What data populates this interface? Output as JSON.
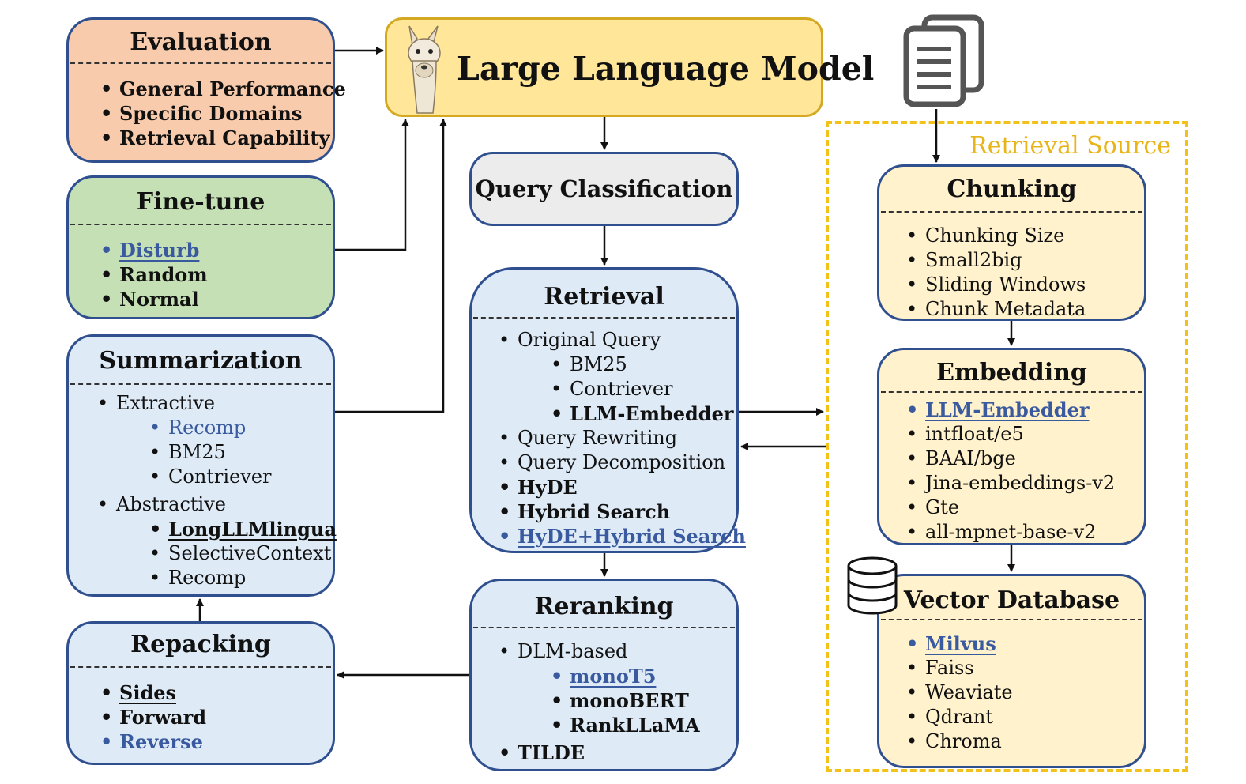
{
  "llm": {
    "title": "Large Language Model"
  },
  "evaluation": {
    "title": "Evaluation",
    "items": [
      "General Performance",
      "Specific Domains",
      "Retrieval Capability"
    ]
  },
  "finetune": {
    "title": "Fine-tune",
    "items": [
      "Disturb",
      "Random",
      "Normal"
    ]
  },
  "summarization": {
    "title": "Summarization",
    "extractive": "Extractive",
    "extractive_items": [
      "Recomp",
      "BM25",
      "Contriever"
    ],
    "abstractive": "Abstractive",
    "abstractive_items": [
      "LongLLMlingua",
      "SelectiveContext",
      "Recomp"
    ]
  },
  "repacking": {
    "title": "Repacking",
    "items": [
      "Sides",
      "Forward",
      "Reverse"
    ]
  },
  "query_classification": {
    "title": "Query Classification"
  },
  "retrieval": {
    "title": "Retrieval",
    "original_query": "Original Query",
    "original_items": [
      "BM25",
      "Contriever",
      "LLM-Embedder"
    ],
    "items": [
      "Query Rewriting",
      "Query Decomposition",
      "HyDE",
      "Hybrid Search",
      "HyDE+Hybrid Search"
    ]
  },
  "reranking": {
    "title": "Reranking",
    "dlm": "DLM-based",
    "dlm_items": [
      "monoT5",
      "monoBERT",
      "RankLLaMA"
    ],
    "tilde": "TILDE"
  },
  "retrieval_source": {
    "label": "Retrieval Source"
  },
  "chunking": {
    "title": "Chunking",
    "items": [
      "Chunking Size",
      "Small2big",
      "Sliding Windows",
      "Chunk Metadata"
    ]
  },
  "embedding": {
    "title": "Embedding",
    "items": [
      "LLM-Embedder",
      "intfloat/e5",
      "BAAI/bge",
      "Jina-embeddings-v2",
      "Gte",
      "all-mpnet-base-v2"
    ]
  },
  "vector_database": {
    "title": "Vector Database",
    "items": [
      "Milvus",
      "Faiss",
      "Weaviate",
      "Qdrant",
      "Chroma"
    ]
  },
  "colors": {
    "highlight_blue": "#3a5a9f",
    "box_border": "#2f4f8f",
    "retrieval_source_dashes": "#f2c21a"
  },
  "icons": [
    "llama-icon",
    "documents-icon",
    "database-icon"
  ]
}
